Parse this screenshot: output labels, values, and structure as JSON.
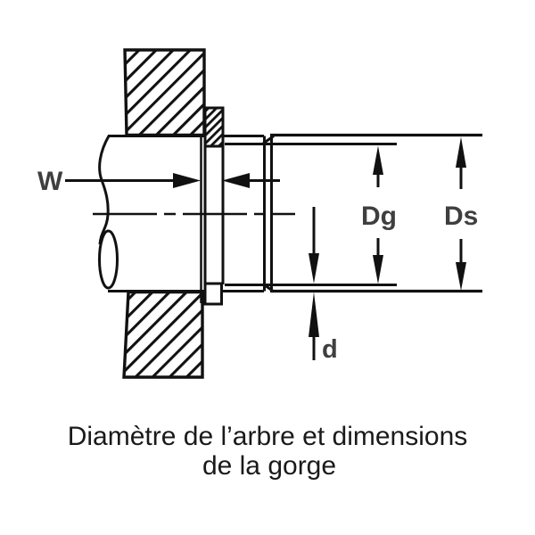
{
  "figure": {
    "caption_line1": "Diamètre de l’arbre et dimensions",
    "caption_line2": "de la gorge"
  },
  "labels": {
    "groove_width": "W",
    "groove_diameter": "Dg",
    "shaft_diameter": "Ds",
    "groove_depth": "d"
  },
  "colors": {
    "background": "#ffffff",
    "line": "#111111",
    "label": "#3f3f3f",
    "caption": "#1a1a1a"
  }
}
